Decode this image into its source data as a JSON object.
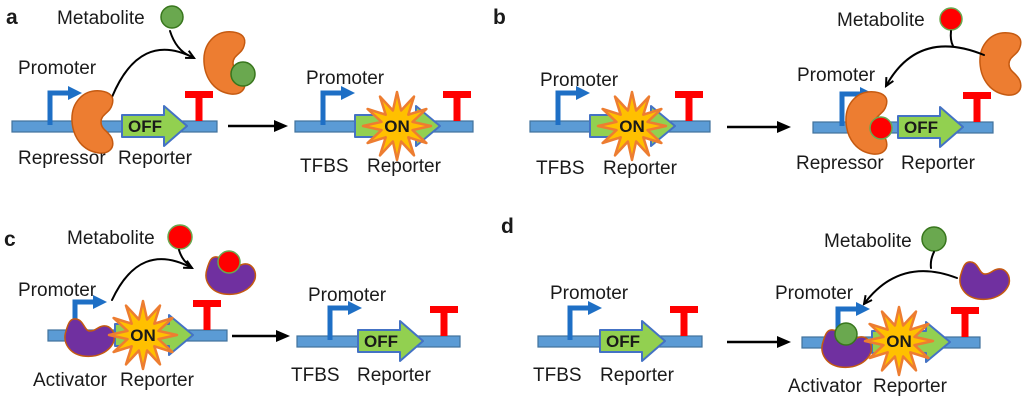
{
  "figure": {
    "type": "biosensor-mechanism-diagram",
    "colors": {
      "dna_fill": "#5B9BD5",
      "dna_border": "#41719C",
      "promoter_color": "#1E6FC5",
      "reporter_fill": "#92D050",
      "reporter_border": "#4472C4",
      "terminator_color": "#FF0000",
      "burst_fill": "#FFC000",
      "burst_border": "#ED7D31",
      "repressor_fill": "#ED7D31",
      "repressor_border": "#C55A11",
      "activator_fill": "#7030A0",
      "activator_border": "#C55A11",
      "met_green_fill": "#6AA84F",
      "met_green_border": "#38761D",
      "met_red_fill": "#FF0000",
      "met_red_border": "#6AA84F",
      "arrow_color": "#000000",
      "text_color": "#1a1a1a"
    }
  },
  "panels": {
    "a": {
      "letter": "a",
      "metabolite": "Metabolite",
      "left": {
        "promoter": "Promoter",
        "tf": "Repressor",
        "reporter": "Reporter",
        "state": "OFF"
      },
      "right": {
        "promoter": "Promoter",
        "tfbs": "TFBS",
        "reporter": "Reporter",
        "state": "ON"
      }
    },
    "b": {
      "letter": "b",
      "metabolite": "Metabolite",
      "left": {
        "promoter": "Promoter",
        "tfbs": "TFBS",
        "reporter": "Reporter",
        "state": "ON"
      },
      "right": {
        "promoter": "Promoter",
        "tf": "Repressor",
        "reporter": "Reporter",
        "state": "OFF"
      }
    },
    "c": {
      "letter": "c",
      "metabolite": "Metabolite",
      "left": {
        "promoter": "Promoter",
        "tf": "Activator",
        "reporter": "Reporter",
        "state": "ON"
      },
      "right": {
        "promoter": "Promoter",
        "tfbs": "TFBS",
        "reporter": "Reporter",
        "state": "OFF"
      }
    },
    "d": {
      "letter": "d",
      "metabolite": "Metabolite",
      "left": {
        "promoter": "Promoter",
        "tfbs": "TFBS",
        "reporter": "Reporter",
        "state": "OFF"
      },
      "right": {
        "promoter": "Promoter",
        "tf": "Activator",
        "reporter": "Reporter",
        "state": "ON"
      }
    }
  }
}
